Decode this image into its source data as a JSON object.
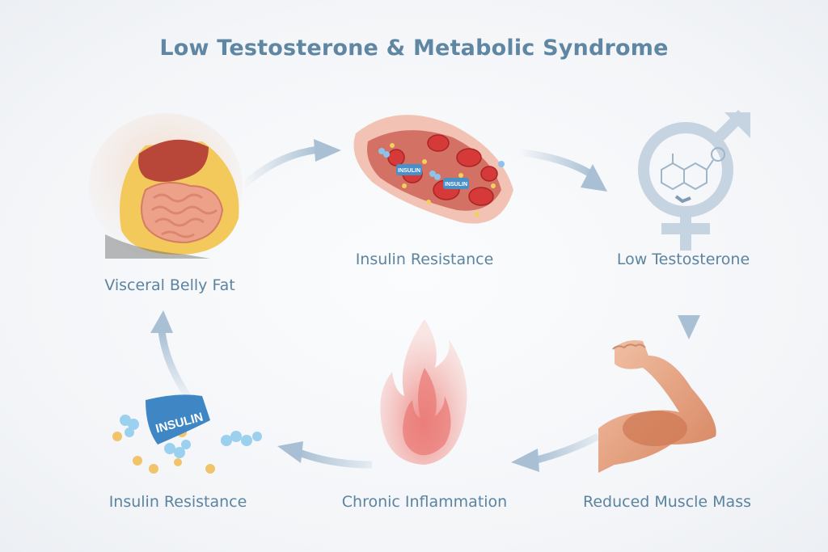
{
  "title": "Low Testosterone & Metabolic Syndrome",
  "colors": {
    "title": "#5f87a3",
    "label": "#5b84a0",
    "arrow": "#a9c0d4",
    "background": "#f7f8fa"
  },
  "nodes": [
    {
      "id": "visceral-belly-fat",
      "label": "Visceral Belly Fat",
      "icon": "abdomen-organs-illustration"
    },
    {
      "id": "insulin-resistance-top",
      "label": "Insulin Resistance",
      "icon": "blood-vessel-insulin-illustration",
      "tags": [
        "INSULIN",
        "INSULIN"
      ]
    },
    {
      "id": "low-testosterone",
      "label": "Low Testosterone",
      "icon": "male-symbol-molecule-illustration"
    },
    {
      "id": "reduced-muscle-mass",
      "label": "Reduced Muscle Mass",
      "icon": "flexed-arm-illustration"
    },
    {
      "id": "chronic-inflammation",
      "label": "Chronic Inflammation",
      "icon": "flame-illustration"
    },
    {
      "id": "insulin-resistance-bottom",
      "label": "Insulin Resistance",
      "icon": "insulin-capsule-illustration",
      "tag": "INSULIN"
    }
  ],
  "flow": [
    "Visceral Belly Fat → Insulin Resistance",
    "Insulin Resistance → Low Testosterone",
    "Low Testosterone → Reduced Muscle Mass",
    "Reduced Muscle Mass → Chronic Inflammation",
    "Chronic Inflammation → Insulin Resistance",
    "Insulin Resistance → Visceral Belly Fat"
  ]
}
